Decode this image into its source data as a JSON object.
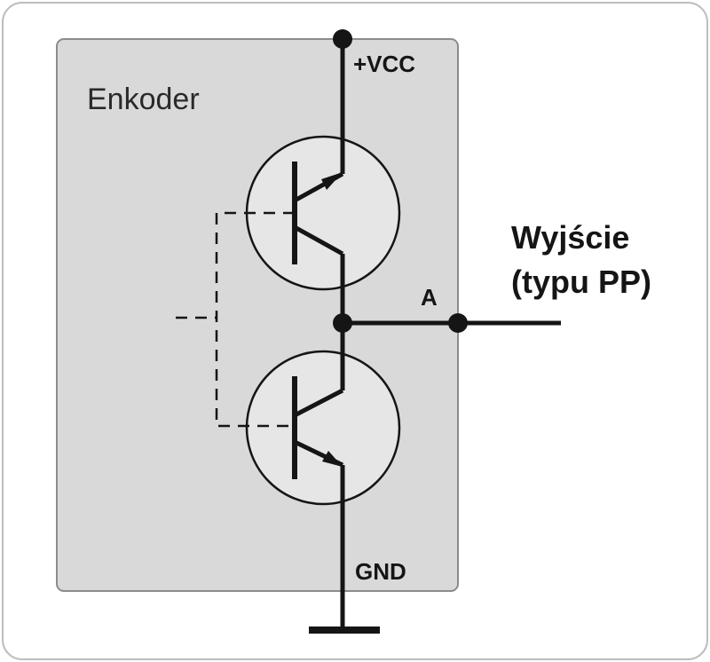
{
  "diagram": {
    "encoder_label": "Enkoder",
    "vcc_label": "+VCC",
    "gnd_label": "GND",
    "node_label": "A",
    "output_line1": "Wyjście",
    "output_line2": "(typu PP)"
  },
  "colors": {
    "box_fill": "#d9d9d9",
    "box_stroke": "#8c8c8c",
    "transistor_fill": "#e6e6e6",
    "wire": "#151515",
    "frame_stroke": "#bdbdbd"
  }
}
